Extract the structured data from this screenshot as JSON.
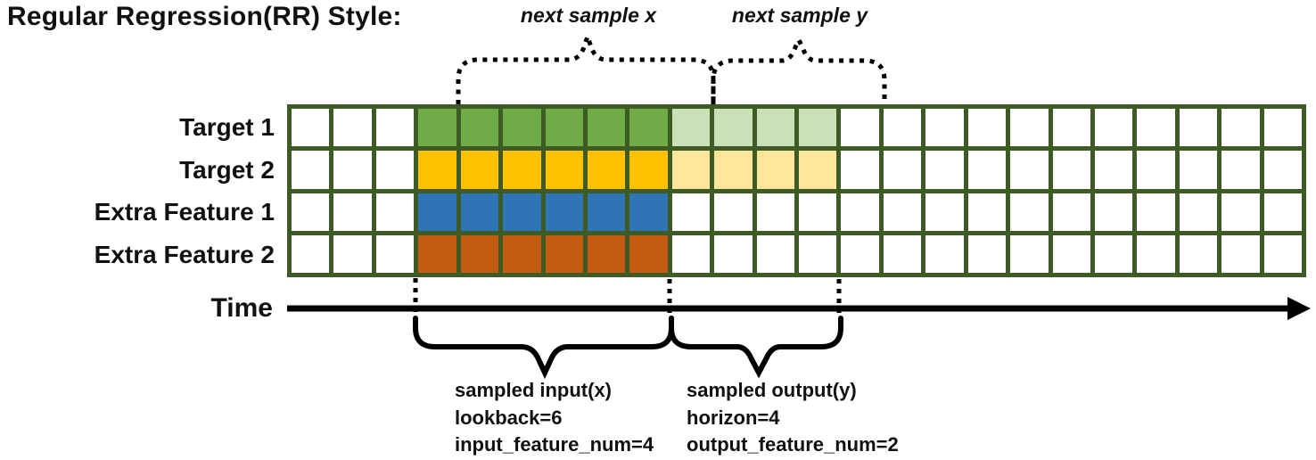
{
  "title": "Regular Regression(RR) Style:",
  "colors": {
    "grid_border": "#3E5B25",
    "target1_input": "#6FAC47",
    "target1_output": "#C9E0B9",
    "target2_input": "#FFC000",
    "target2_output": "#FFE699",
    "feature1_input": "#2F75B5",
    "feature2_input": "#C55A11",
    "empty": "#FFFFFF",
    "line": "#000000"
  },
  "grid": {
    "total_columns": 24,
    "lead_in_columns": 3,
    "lookback": 6,
    "horizon": 4,
    "rows": [
      {
        "label": "Target 1",
        "input_color_key": "target1_input",
        "output_color_key": "target1_output",
        "has_output": true
      },
      {
        "label": "Target 2",
        "input_color_key": "target2_input",
        "output_color_key": "target2_output",
        "has_output": true
      },
      {
        "label": "Extra Feature 1",
        "input_color_key": "feature1_input",
        "output_color_key": "empty",
        "has_output": false
      },
      {
        "label": "Extra Feature 2",
        "input_color_key": "feature2_input",
        "output_color_key": "empty",
        "has_output": false
      }
    ]
  },
  "annotations": {
    "next_sample_x": "next sample x",
    "next_sample_y": "next sample y",
    "time_label": "Time",
    "sampled_input": {
      "lines": [
        "sampled input(x)",
        "lookback=6",
        "input_feature_num=4"
      ]
    },
    "sampled_output": {
      "lines": [
        "sampled output(y)",
        "horizon=4",
        "output_feature_num=2"
      ]
    }
  }
}
